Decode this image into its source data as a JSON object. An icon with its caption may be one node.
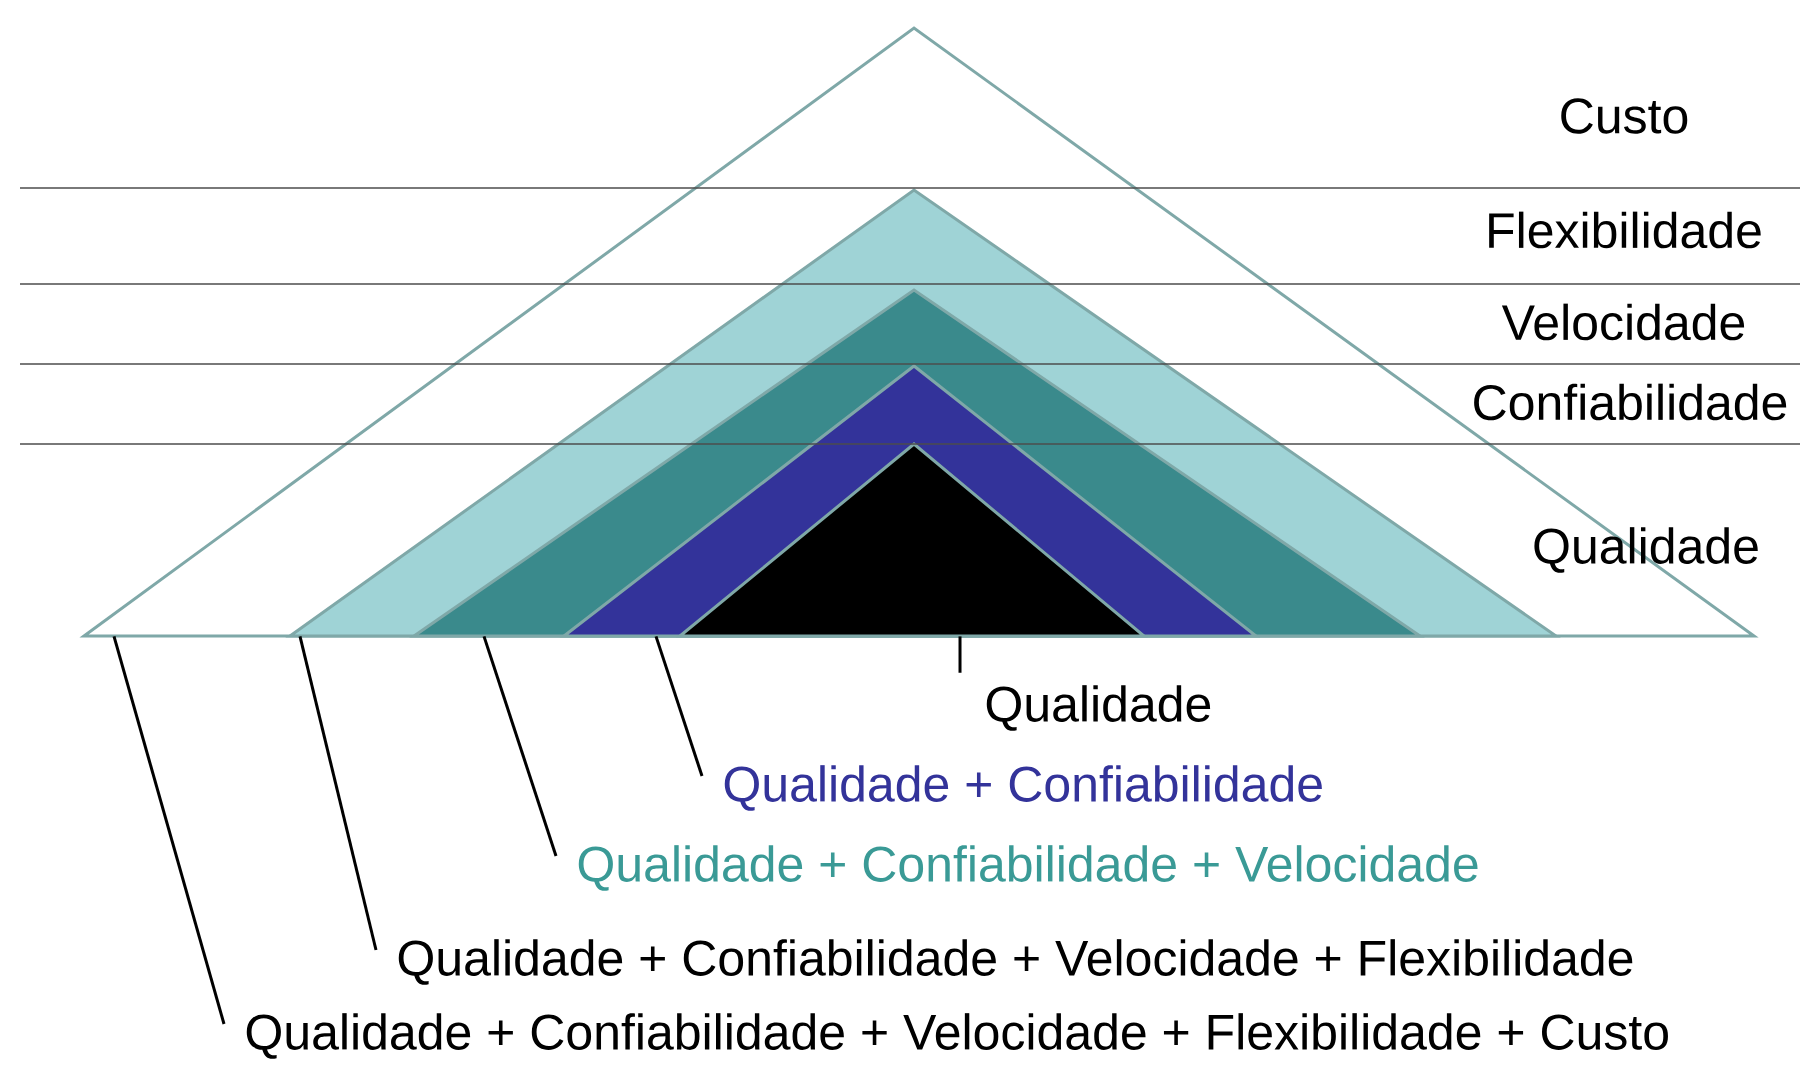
{
  "diagram": {
    "nodes": [
      {
        "text": [],
        "shape": "triangle"
      },
      {
        "text": [],
        "shape": "triangle",
        "in": 0
      },
      {
        "text": [],
        "shape": "triangle",
        "in": 1
      },
      {
        "text": [],
        "shape": "triangle",
        "in": 2
      },
      {
        "text": [],
        "shape": "triangle",
        "in": 3
      },
      {
        "text": [
          "Qualidade"
        ]
      },
      {
        "text": [
          "Qualidade + Confiabilidade"
        ]
      },
      {
        "text": [
          "Qualidade + Confiabilidade + Velocidade"
        ]
      },
      {
        "text": [
          "Qualidade + Confiabilidade + Velocidade + Flexibilidade"
        ]
      },
      {
        "text": [
          "Qualidade + Confiabilidade + Velocidade + Flexibilidade + Custo"
        ]
      }
    ],
    "edges": [
      {
        "from": 5,
        "to": 4,
        "arrow": "none"
      },
      {
        "from": 6,
        "to": 3,
        "arrow": "none"
      },
      {
        "from": 7,
        "to": 2,
        "arrow": "none"
      },
      {
        "from": 8,
        "to": 1,
        "arrow": "none"
      },
      {
        "from": 9,
        "to": 0,
        "arrow": "none"
      }
    ],
    "labels": [
      "Custo",
      "Flexibilidade",
      "Velocidade",
      "Confiabilidade",
      "Qualidade"
    ]
  }
}
